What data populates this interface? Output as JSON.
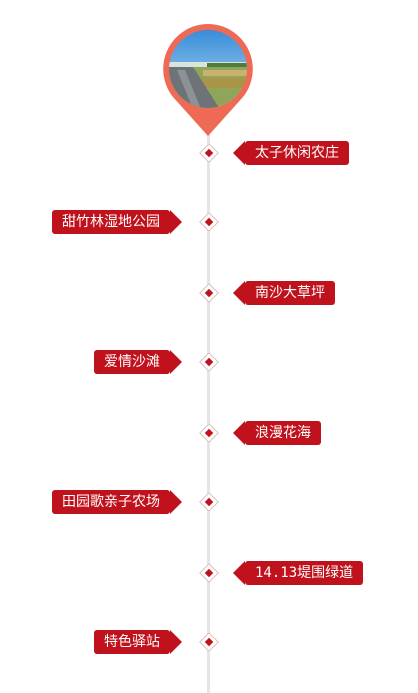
{
  "accent_color": "#c0121c",
  "pin_color": "#ee6a54",
  "header_image": "landscape-photo-road-fields-sky",
  "items": [
    {
      "label": "太子休闲农庄",
      "side": "right"
    },
    {
      "label": "甜竹林湿地公园",
      "side": "left"
    },
    {
      "label": "南沙大草坪",
      "side": "right"
    },
    {
      "label": "爱情沙滩",
      "side": "left"
    },
    {
      "label": "浪漫花海",
      "side": "right"
    },
    {
      "label": "田园歌亲子农场",
      "side": "left"
    },
    {
      "label": "14.13堤围绿道",
      "side": "right"
    },
    {
      "label": "特色驿站",
      "side": "left"
    }
  ]
}
